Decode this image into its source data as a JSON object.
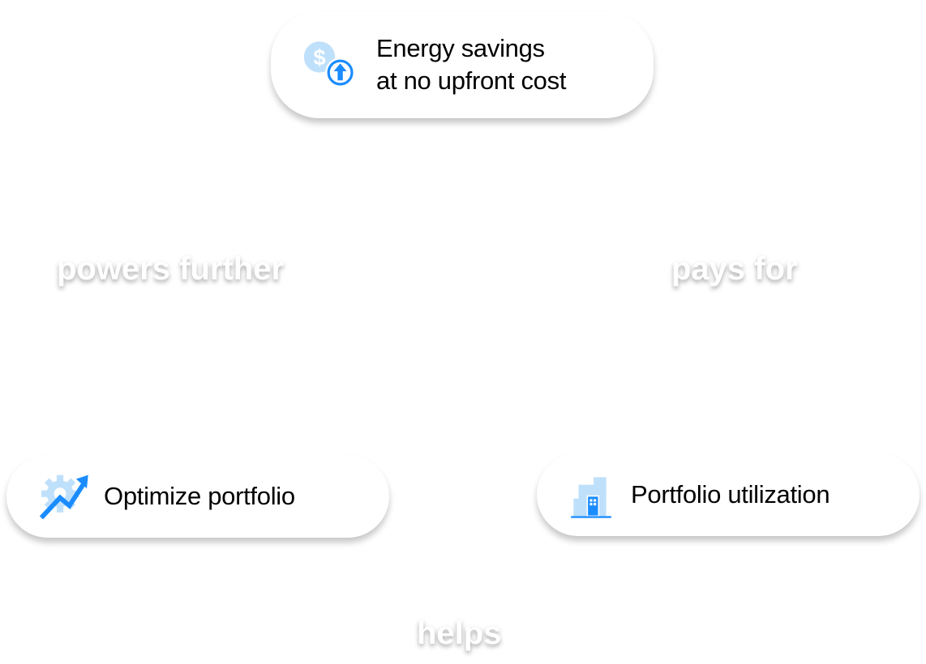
{
  "nodes": {
    "top": {
      "line1": "Energy savings",
      "line2": "at no upfront cost",
      "icon": "dollar-up-icon"
    },
    "left": {
      "label": "Optimize portfolio",
      "icon": "gear-trend-icon"
    },
    "right": {
      "label": "Portfolio utilization",
      "icon": "buildings-icon"
    }
  },
  "edges": {
    "left": "powers further",
    "right": "pays for",
    "bottom": "helps"
  },
  "colors": {
    "accent": "#1a8cff",
    "light": "#bfe0fb"
  }
}
